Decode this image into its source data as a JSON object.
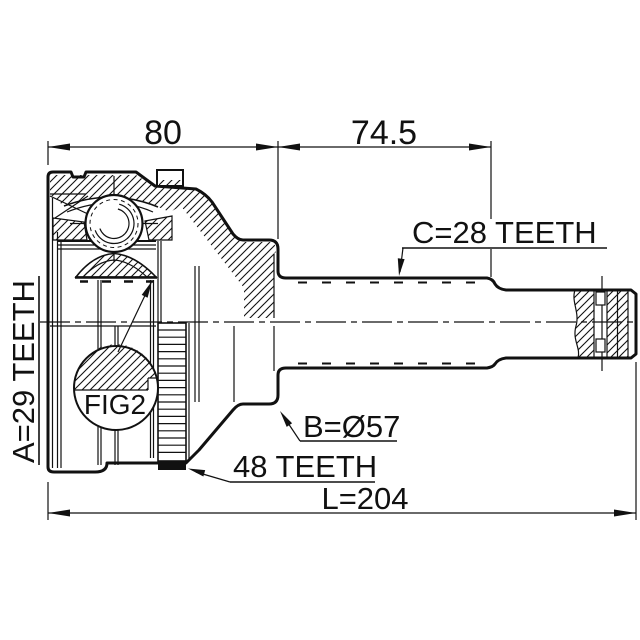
{
  "diagram": {
    "dim_top_left": "80",
    "dim_top_right": "74.5",
    "dim_overall_length": "L=204",
    "label_outer_stub_spline": "C=28 TEETH",
    "label_inner_spline": "A=29 TEETH",
    "label_outer_diameter": "B=Ø57",
    "label_abs_ring": "48 TEETH",
    "figure_ref": "FIG2",
    "line_color": "#111111",
    "background_color": "#ffffff"
  }
}
